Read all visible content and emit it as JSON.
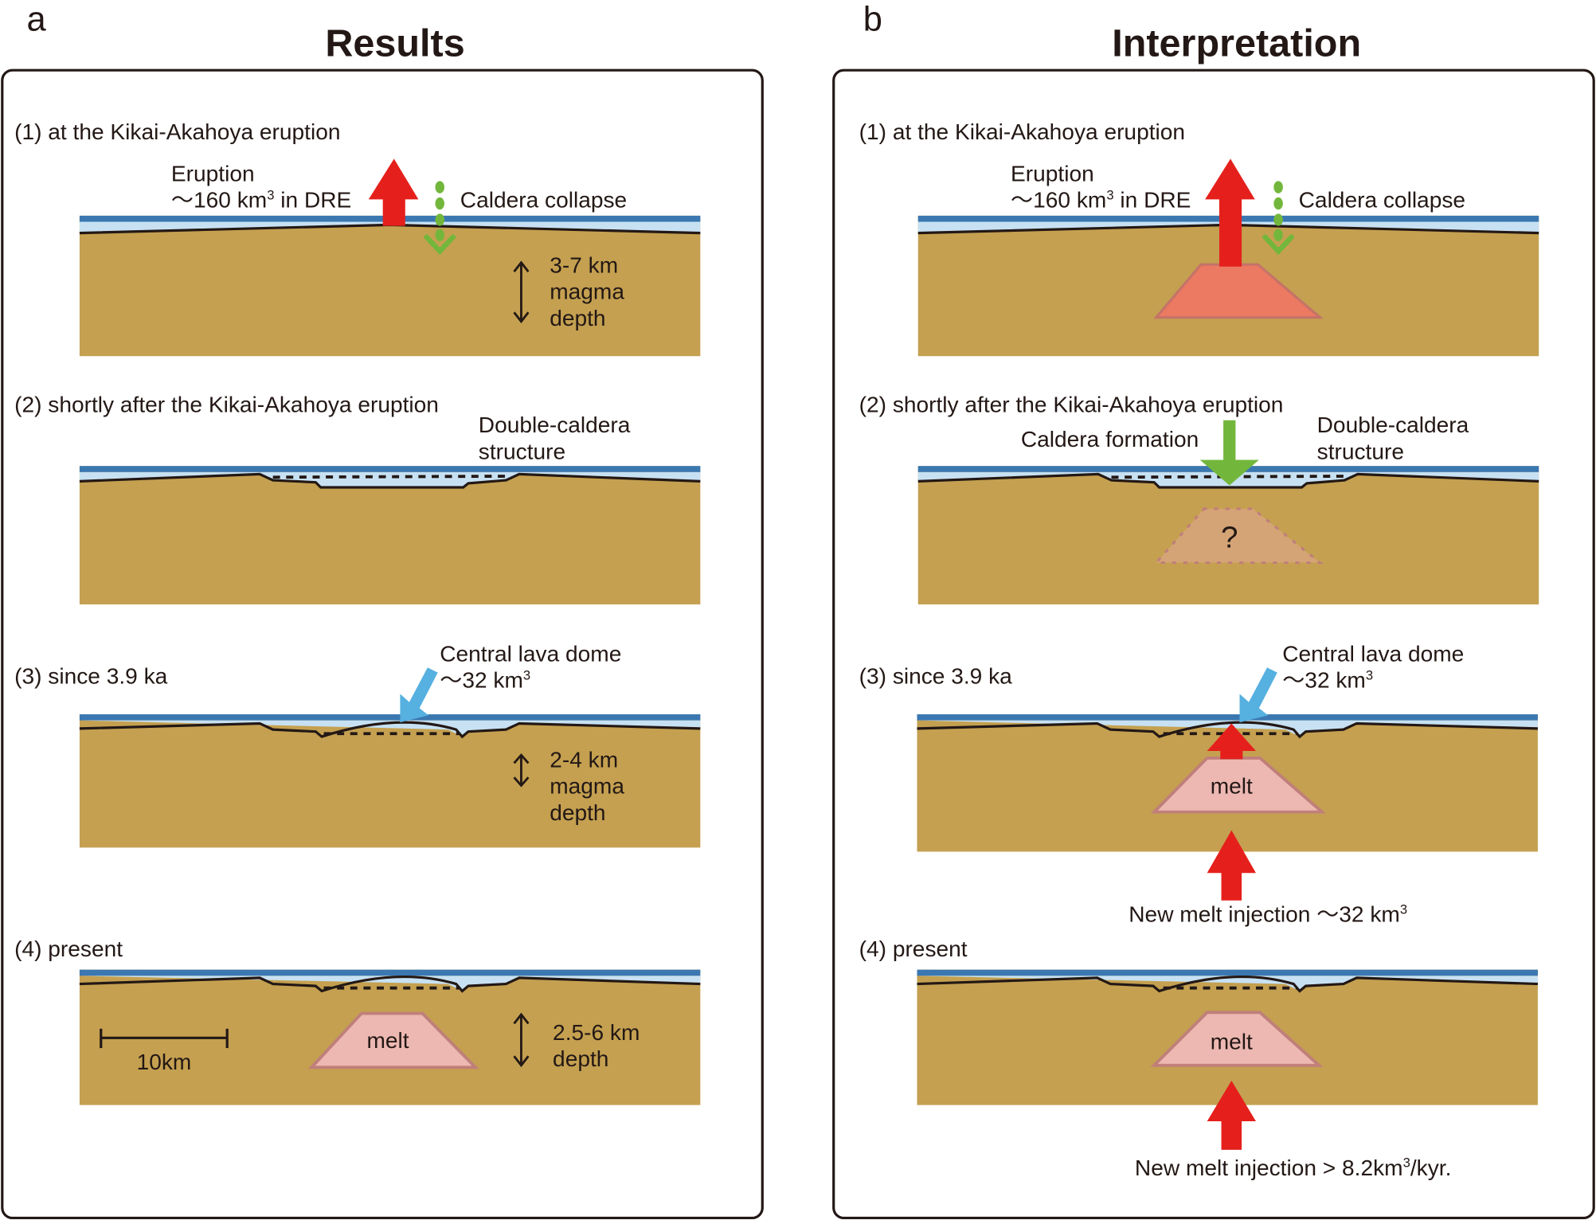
{
  "colors": {
    "ground": "#C4A050",
    "sea_dark": "#3B78B1",
    "sea_light": "#C7E1F3",
    "eruption_red": "#E5201C",
    "collapse_green": "#72B73B",
    "lava_blue": "#56B0E0",
    "melt_fill": "#EDB8B2",
    "melt_stroke": "#C07F7A",
    "magma_fill": "#EC7961",
    "magma_question_fill": "#D4A476",
    "ink": "#231815"
  },
  "panel_a": {
    "letter": "a",
    "title": "Results",
    "stages": [
      {
        "heading": "(1) at the Kikai-Akahoya eruption",
        "eruption_label_line1": "Eruption",
        "eruption_label_line2_pre": "〜160 km",
        "eruption_label_line2_sup": "3",
        "eruption_label_line2_post": " in DRE",
        "collapse_label": "Caldera collapse",
        "depth_line1": "3-7 km",
        "depth_line2": "magma",
        "depth_line3": "depth"
      },
      {
        "heading": "(2) shortly after the Kikai-Akahoya eruption",
        "structure_line1": "Double-caldera",
        "structure_line2": "structure"
      },
      {
        "heading": "(3) since 3.9 ka",
        "dome_line1": "Central lava dome",
        "dome_line2_pre": "〜32 km",
        "dome_line2_sup": "3",
        "depth_line1": "2-4 km",
        "depth_line2": "magma",
        "depth_line3": "depth"
      },
      {
        "heading": "(4) present",
        "melt_label": "melt",
        "scale_label": "10km",
        "depth_line1": "2.5-6 km",
        "depth_line2": "depth"
      }
    ]
  },
  "panel_b": {
    "letter": "b",
    "title": "Interpretation",
    "stages": [
      {
        "heading": "(1) at the Kikai-Akahoya eruption",
        "eruption_label_line1": "Eruption",
        "eruption_label_line2_pre": "〜160 km",
        "eruption_label_line2_sup": "3",
        "eruption_label_line2_post": " in DRE",
        "collapse_label": "Caldera collapse"
      },
      {
        "heading": "(2) shortly after the Kikai-Akahoya eruption",
        "caldera_formation_label": "Caldera formation",
        "structure_line1": "Double-caldera",
        "structure_line2": "structure",
        "unknown_label": "?"
      },
      {
        "heading": "(3) since 3.9 ka",
        "dome_line1": "Central lava dome",
        "dome_line2_pre": "〜32 km",
        "dome_line2_sup": "3",
        "melt_label": "melt",
        "injection_pre": "New melt injection 〜32 km",
        "injection_sup": "3"
      },
      {
        "heading": "(4) present",
        "melt_label": "melt",
        "injection_pre": "New melt injection > 8.2km",
        "injection_sup": "3",
        "injection_post": "/kyr."
      }
    ]
  }
}
